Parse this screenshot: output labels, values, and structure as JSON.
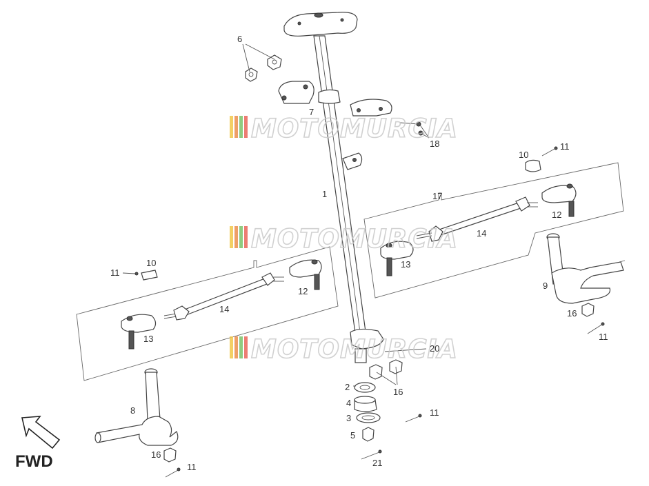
{
  "watermark": {
    "text": "MOTOMURCIA",
    "stripe_colors": [
      "#f2c84b",
      "#ec8f4d",
      "#7cc36a",
      "#e9675b"
    ]
  },
  "direction_indicator": {
    "label": "FWD"
  },
  "callouts": {
    "c1": "1",
    "c2": "2",
    "c3": "3",
    "c4": "4",
    "c5": "5",
    "c6": "6",
    "c7": "7",
    "c8": "8",
    "c9": "9",
    "c10a": "10",
    "c10b": "10",
    "c11a": "11",
    "c11b": "11",
    "c11c": "11",
    "c11d": "11",
    "c11e": "11",
    "c12a": "12",
    "c12b": "12",
    "c13a": "13",
    "c13b": "13",
    "c14a": "14",
    "c14b": "14",
    "c16a": "16",
    "c16b": "16",
    "c16c": "16",
    "c17": "17",
    "c18": "18",
    "c20": "20",
    "c21": "21"
  }
}
